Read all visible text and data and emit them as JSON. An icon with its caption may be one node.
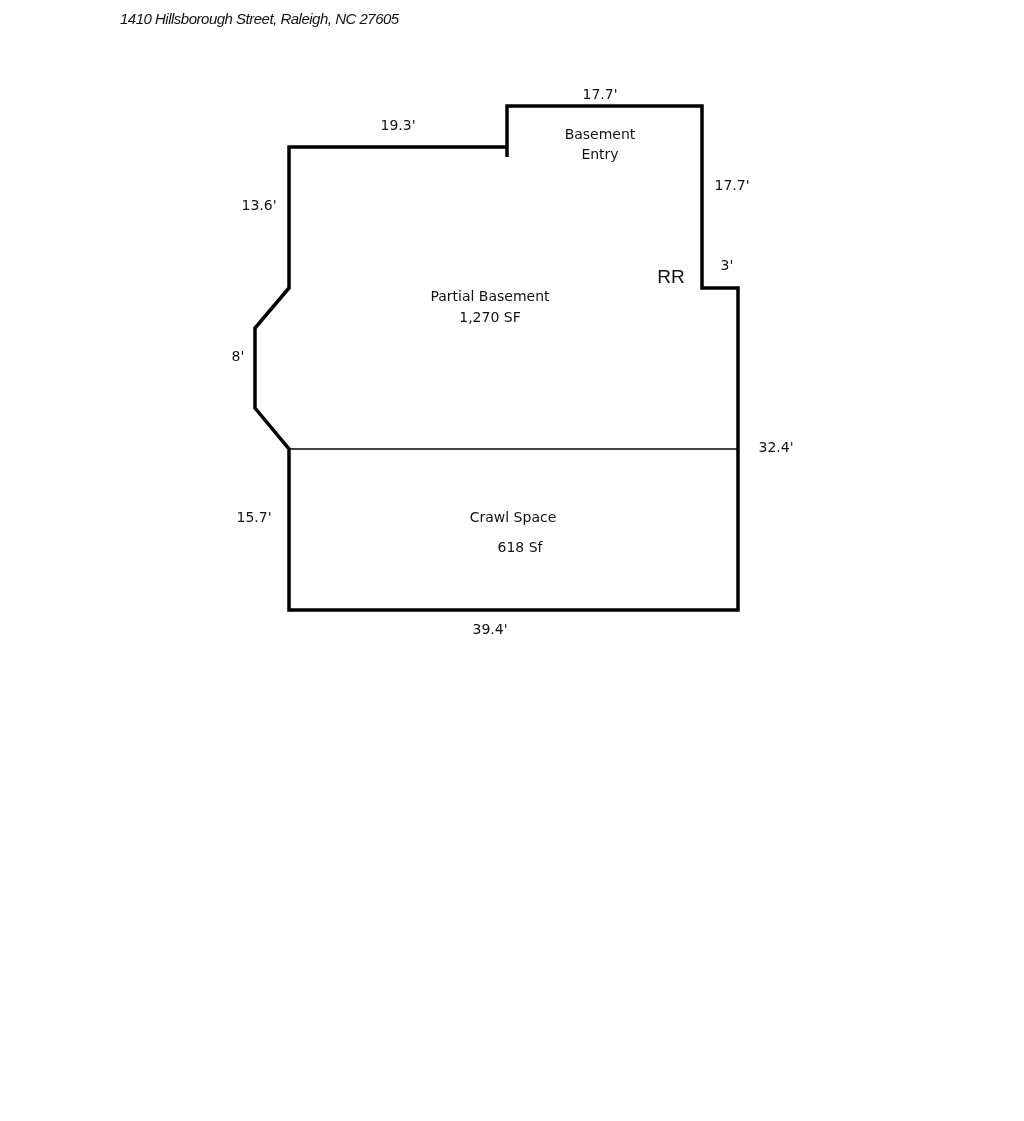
{
  "diagram": {
    "title": "1410 Hillsborough Street, Raleigh, NC 27605",
    "labels": [
      "17.7'",
      "19.3'",
      "Basement Entry",
      "17.7'",
      "13.6'",
      "3'",
      "RR",
      "Partial Basement",
      "1,270 SF",
      "8'",
      "32.4'",
      "15.7'",
      "Crawl Space",
      "618 Sf",
      "39.4'"
    ]
  }
}
